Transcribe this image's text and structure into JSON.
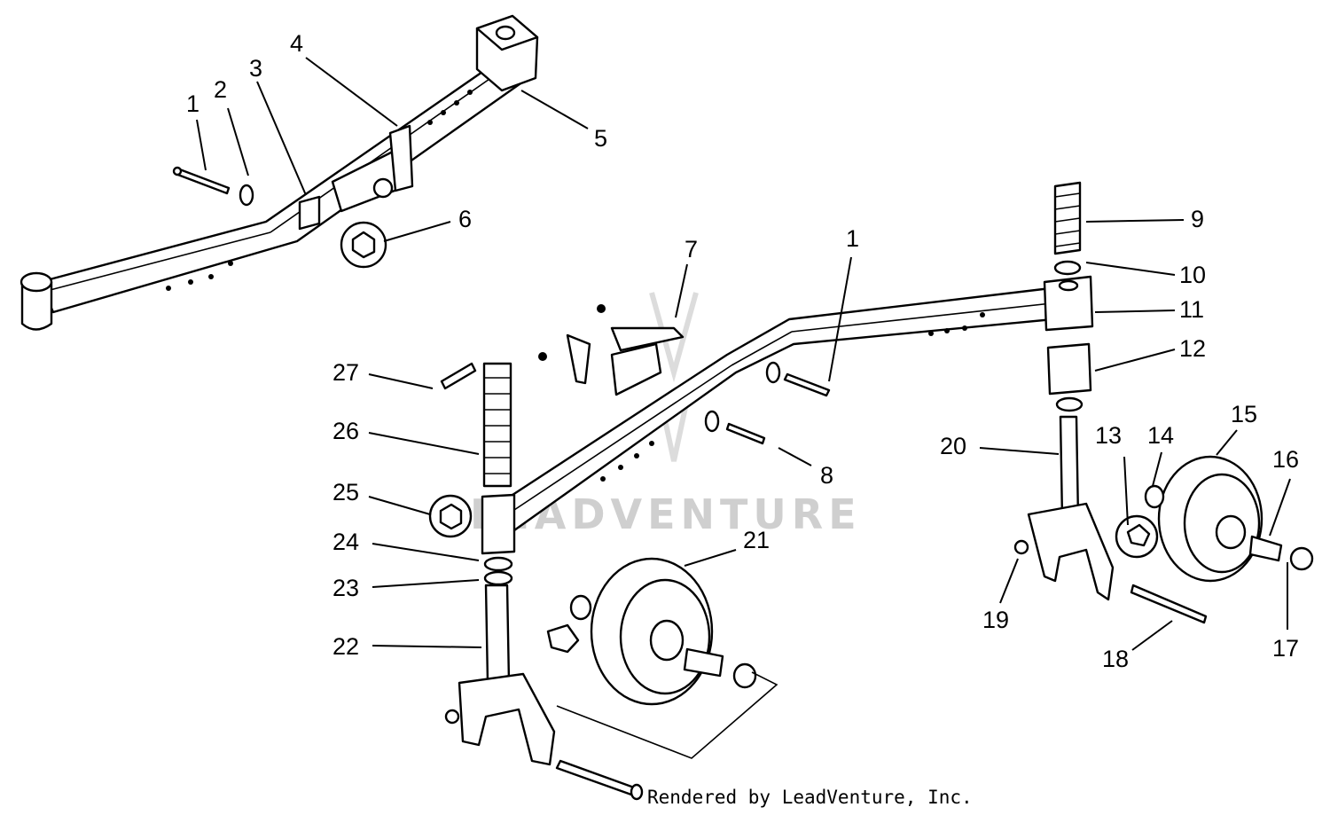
{
  "watermark": "LEADVENTURE",
  "credit": "Rendered by LeadVenture, Inc.",
  "callouts": {
    "c1a": "1",
    "c2": "2",
    "c3": "3",
    "c4": "4",
    "c5": "5",
    "c6": "6",
    "c7": "7",
    "c1b": "1",
    "c8": "8",
    "c9": "9",
    "c10": "10",
    "c11": "11",
    "c12": "12",
    "c13": "13",
    "c14": "14",
    "c15": "15",
    "c16": "16",
    "c17": "17",
    "c18": "18",
    "c19": "19",
    "c20": "20",
    "c21": "21",
    "c22": "22",
    "c23": "23",
    "c24": "24",
    "c25": "25",
    "c26": "26",
    "c27": "27"
  }
}
